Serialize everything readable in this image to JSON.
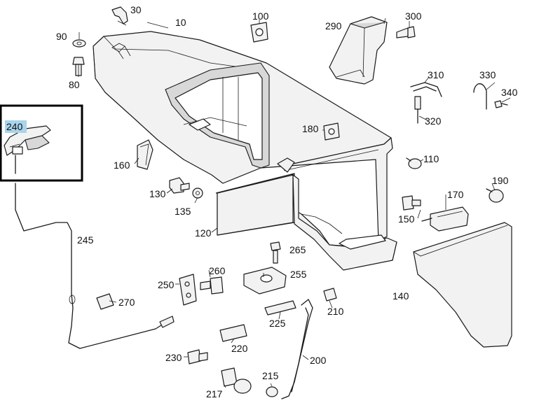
{
  "diagram": {
    "highlighted_part": "240",
    "labels": {
      "p10": "10",
      "p30": "30",
      "p80": "80",
      "p90": "90",
      "p100": "100",
      "p110": "110",
      "p120": "120",
      "p130": "130",
      "p135": "135",
      "p140": "140",
      "p150": "150",
      "p160": "160",
      "p170": "170",
      "p180": "180",
      "p190": "190",
      "p200": "200",
      "p210": "210",
      "p215": "215",
      "p217": "217",
      "p220": "220",
      "p225": "225",
      "p230": "230",
      "p240": "240",
      "p245": "245",
      "p250": "250",
      "p255": "255",
      "p260": "260",
      "p265": "265",
      "p270": "270",
      "p290": "290",
      "p300": "300",
      "p310": "310",
      "p320": "320",
      "p330": "330",
      "p340": "340"
    }
  },
  "colors": {
    "highlight": "#a8d4ec",
    "line": "#1a1a1a",
    "callout_frame": "#000000"
  }
}
